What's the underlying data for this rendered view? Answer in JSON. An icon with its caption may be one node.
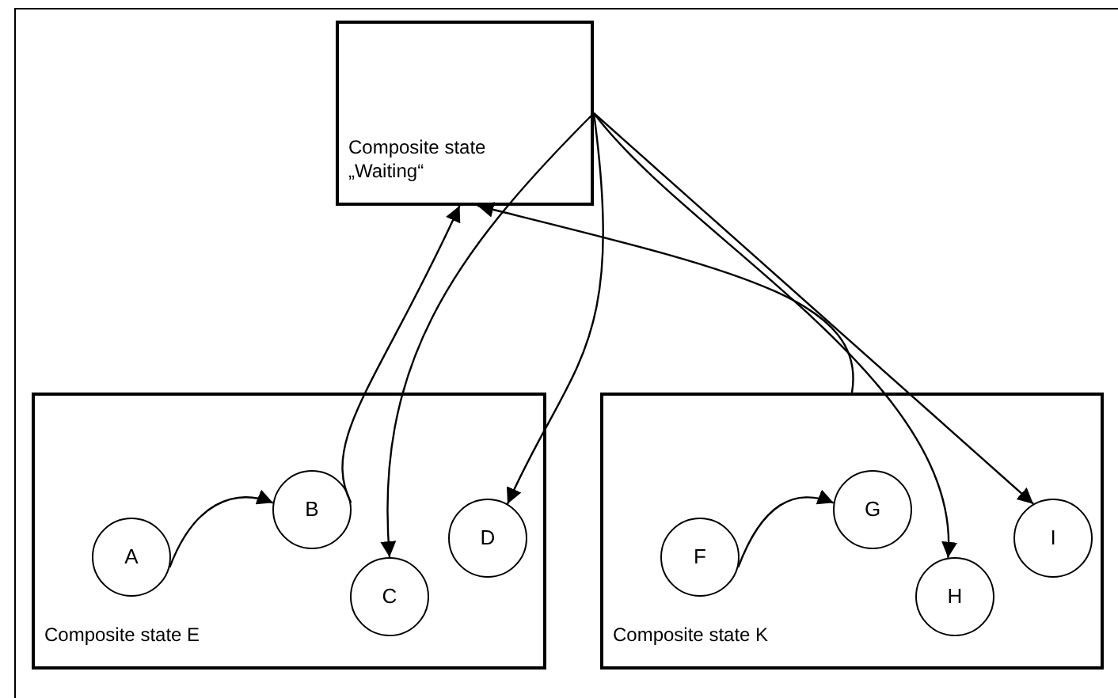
{
  "diagram": {
    "nodes": [
      {
        "text": [
          "Composite state „Waiting“"
        ]
      },
      {
        "text": [
          "Composite state E"
        ]
      },
      {
        "text": [
          "A"
        ],
        "in": 1
      },
      {
        "text": [
          "B"
        ],
        "in": 1
      },
      {
        "text": [
          "C"
        ],
        "in": 1
      },
      {
        "text": [
          "D"
        ],
        "in": 1
      },
      {
        "text": [
          "Composite state K"
        ]
      },
      {
        "text": [
          "F"
        ],
        "in": 6
      },
      {
        "text": [
          "G"
        ],
        "in": 6
      },
      {
        "text": [
          "H"
        ],
        "in": 6
      },
      {
        "text": [
          "I"
        ],
        "in": 6
      }
    ],
    "edges": [
      {
        "from": 2,
        "to": 3,
        "arrow": "to"
      },
      {
        "from": 7,
        "to": 8,
        "arrow": "to"
      },
      {
        "from": 3,
        "to": 0,
        "arrow": "to"
      },
      {
        "from": 0,
        "to": 4,
        "arrow": "to"
      },
      {
        "from": 0,
        "to": 5,
        "arrow": "to"
      },
      {
        "from": 0,
        "to": 9,
        "arrow": "to"
      },
      {
        "from": 0,
        "to": 10,
        "arrow": "to"
      },
      {
        "from": 6,
        "to": 0,
        "arrow": "to"
      }
    ]
  }
}
